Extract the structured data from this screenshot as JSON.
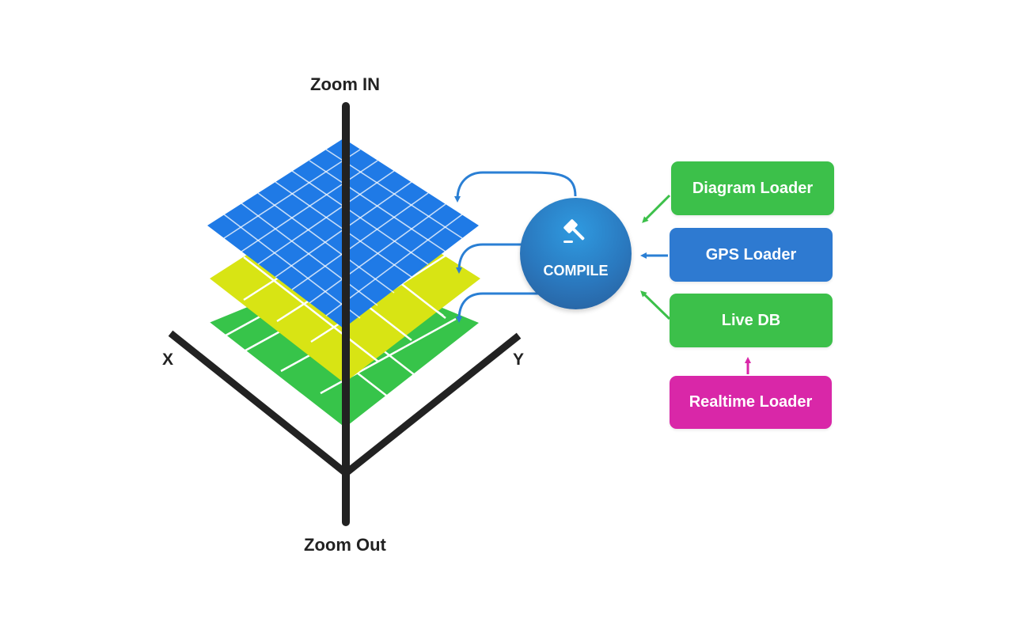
{
  "axes": {
    "top_label": "Zoom IN",
    "bottom_label": "Zoom Out",
    "x_label": "X",
    "y_label": "Y"
  },
  "layers": [
    {
      "name": "top-layer",
      "color": "#1f7ae6"
    },
    {
      "name": "middle-layer",
      "color": "#d8e414"
    },
    {
      "name": "bottom-layer",
      "color": "#37c44a"
    }
  ],
  "compile": {
    "label": "COMPILE",
    "icon": "gavel-icon"
  },
  "loaders": [
    {
      "label": "Diagram Loader",
      "color": "#3cc04a"
    },
    {
      "label": "GPS Loader",
      "color": "#2e7ad1"
    },
    {
      "label": "Live DB",
      "color": "#3cc04a"
    },
    {
      "label": "Realtime Loader",
      "color": "#d927a8"
    }
  ],
  "colors": {
    "axis": "#222222",
    "arrow_blue": "#2a7fd4",
    "arrow_green": "#3cc04a",
    "arrow_magenta": "#d927a8"
  }
}
